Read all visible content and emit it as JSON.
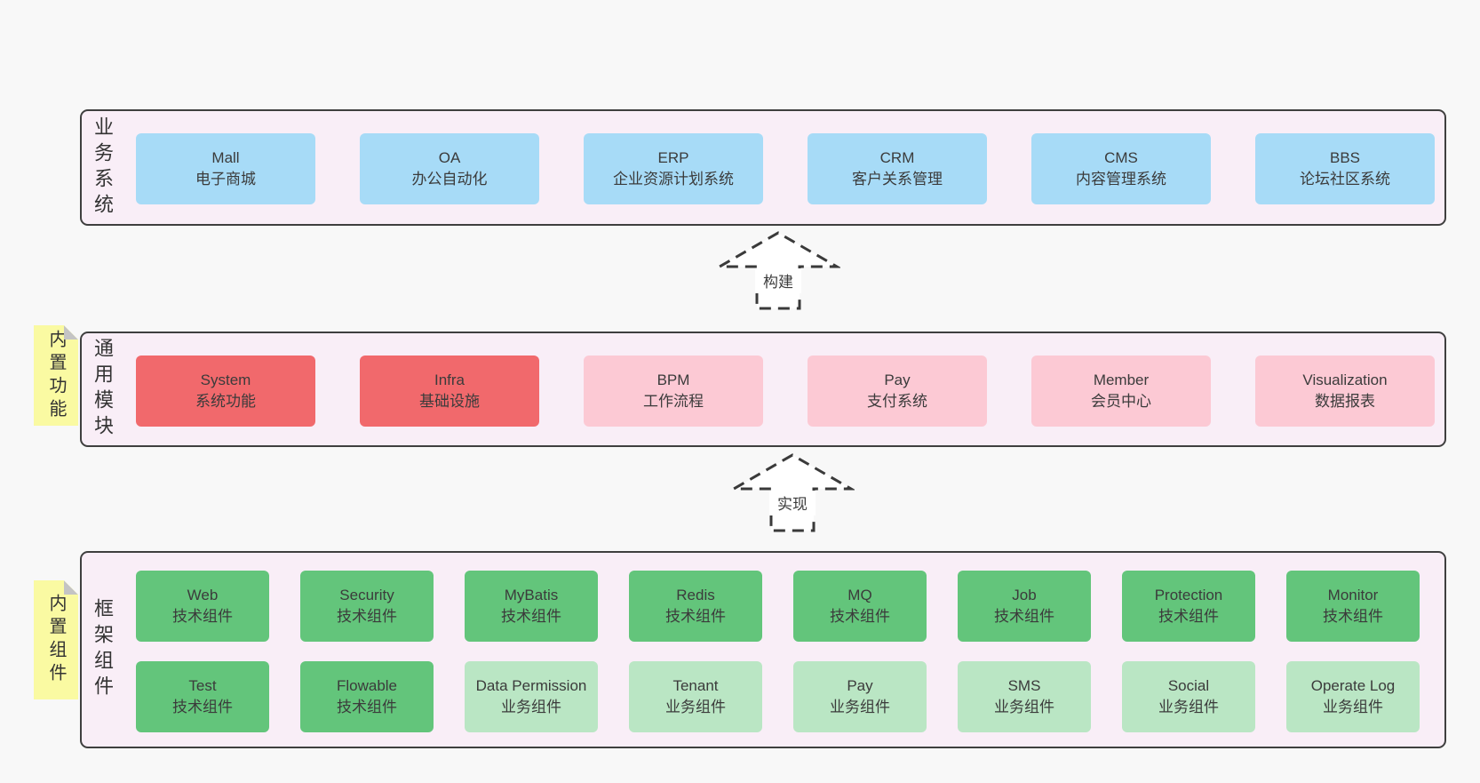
{
  "colors": {
    "page_bg": "#f8f8f8",
    "container_bg": "#f9eef7",
    "container_border": "#3f3f3f",
    "blue_box": "#a7dbf7",
    "red_box": "#f1696c",
    "pink_box": "#fcc9d4",
    "green_dark_box": "#63c57b",
    "green_light_box": "#bae6c4",
    "sticky_yellow": "#fafaa2",
    "text": "#3b3b3b"
  },
  "arrows": [
    {
      "label": "构建"
    },
    {
      "label": "实现"
    }
  ],
  "layers": [
    {
      "label": "业务系统",
      "boxes": [
        {
          "title": "Mall",
          "subtitle": "电子商城"
        },
        {
          "title": "OA",
          "subtitle": "办公自动化"
        },
        {
          "title": "ERP",
          "subtitle": "企业资源计划系统"
        },
        {
          "title": "CRM",
          "subtitle": "客户关系管理"
        },
        {
          "title": "CMS",
          "subtitle": "内容管理系统"
        },
        {
          "title": "BBS",
          "subtitle": "论坛社区系统"
        }
      ]
    },
    {
      "label": "通用模块",
      "sticky": "内置功能",
      "boxes": [
        {
          "title": "System",
          "subtitle": "系统功能"
        },
        {
          "title": "Infra",
          "subtitle": "基础设施"
        },
        {
          "title": "BPM",
          "subtitle": "工作流程"
        },
        {
          "title": "Pay",
          "subtitle": "支付系统"
        },
        {
          "title": "Member",
          "subtitle": "会员中心"
        },
        {
          "title": "Visualization",
          "subtitle": "数据报表"
        }
      ]
    },
    {
      "label": "框架组件",
      "sticky": "内置组件",
      "rows": [
        [
          {
            "title": "Web",
            "subtitle": "技术组件"
          },
          {
            "title": "Security",
            "subtitle": "技术组件"
          },
          {
            "title": "MyBatis",
            "subtitle": "技术组件"
          },
          {
            "title": "Redis",
            "subtitle": "技术组件"
          },
          {
            "title": "MQ",
            "subtitle": "技术组件"
          },
          {
            "title": "Job",
            "subtitle": "技术组件"
          },
          {
            "title": "Protection",
            "subtitle": "技术组件"
          },
          {
            "title": "Monitor",
            "subtitle": "技术组件"
          }
        ],
        [
          {
            "title": "Test",
            "subtitle": "技术组件"
          },
          {
            "title": "Flowable",
            "subtitle": "技术组件"
          },
          {
            "title": "Data Permission",
            "subtitle": "业务组件"
          },
          {
            "title": "Tenant",
            "subtitle": "业务组件"
          },
          {
            "title": "Pay",
            "subtitle": "业务组件"
          },
          {
            "title": "SMS",
            "subtitle": "业务组件"
          },
          {
            "title": "Social",
            "subtitle": "业务组件"
          },
          {
            "title": "Operate Log",
            "subtitle": "业务组件"
          }
        ]
      ]
    }
  ]
}
